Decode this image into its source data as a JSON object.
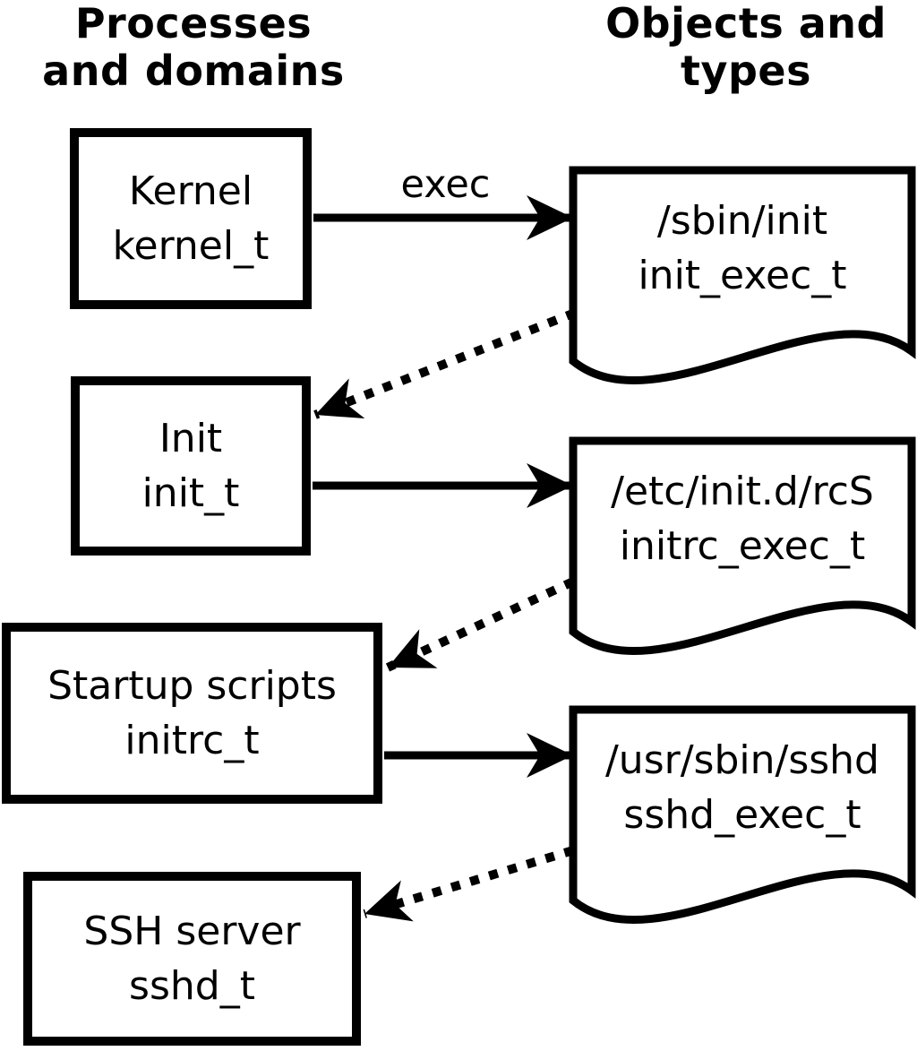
{
  "diagram": {
    "headers": {
      "left": {
        "line1": "Processes",
        "line2": "and domains"
      },
      "right": {
        "line1": "Objects and",
        "line2": "types"
      }
    },
    "process_boxes": [
      {
        "id": "kernel",
        "line1": "Kernel",
        "line2": "kernel_t"
      },
      {
        "id": "init",
        "line1": "Init",
        "line2": "init_t"
      },
      {
        "id": "startup-scripts",
        "line1": "Startup scripts",
        "line2": "initrc_t"
      },
      {
        "id": "ssh-server",
        "line1": "SSH server",
        "line2": "sshd_t"
      }
    ],
    "object_docs": [
      {
        "id": "sbin-init",
        "line1": "/sbin/init",
        "line2": "init_exec_t"
      },
      {
        "id": "etc-initd-rcs",
        "line1": "/etc/init.d/rcS",
        "line2": "initrc_exec_t"
      },
      {
        "id": "usr-sbin-sshd",
        "line1": "/usr/sbin/sshd",
        "line2": "sshd_exec_t"
      }
    ],
    "edges": [
      {
        "from": "kernel_t",
        "to": "init_exec_t",
        "style": "solid",
        "label": "exec"
      },
      {
        "from": "init_exec_t",
        "to": "init_t",
        "style": "dotted",
        "label": ""
      },
      {
        "from": "init_t",
        "to": "initrc_exec_t",
        "style": "solid",
        "label": ""
      },
      {
        "from": "initrc_exec_t",
        "to": "initrc_t",
        "style": "dotted",
        "label": ""
      },
      {
        "from": "initrc_t",
        "to": "sshd_exec_t",
        "style": "solid",
        "label": ""
      },
      {
        "from": "sshd_exec_t",
        "to": "sshd_t",
        "style": "dotted",
        "label": ""
      }
    ],
    "colors": {
      "stroke": "#000000",
      "fill": "#ffffff"
    }
  }
}
